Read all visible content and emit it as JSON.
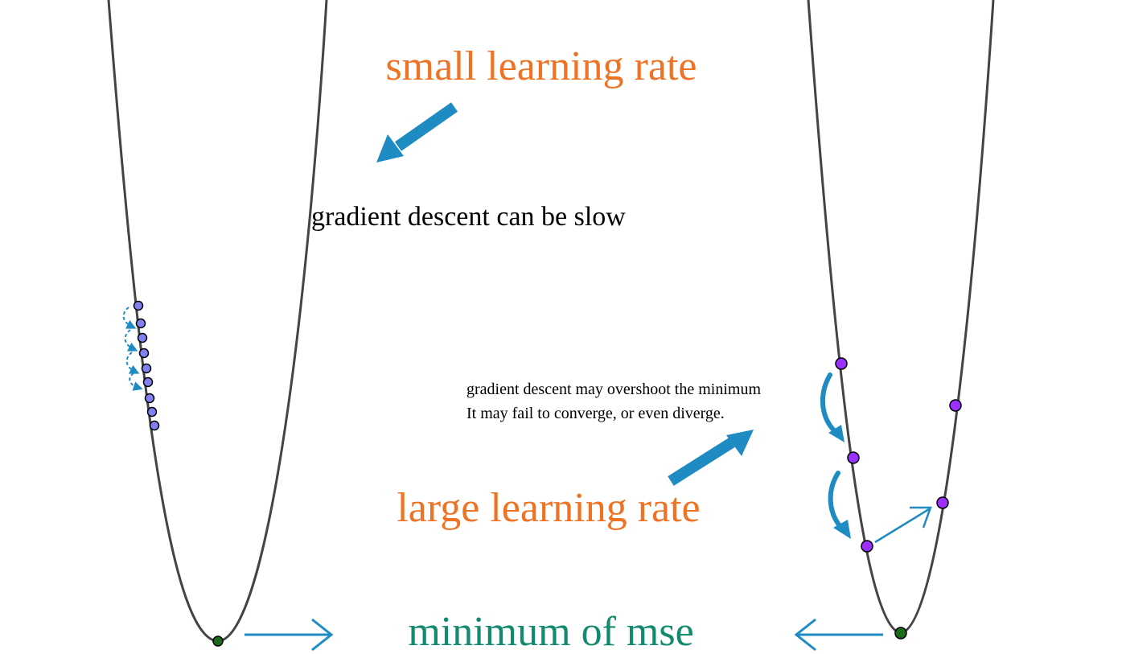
{
  "labels": {
    "small_lr": "small learning rate",
    "slow": "gradient descent can be slow",
    "overshoot_line1": "gradient descent may overshoot the minimum",
    "overshoot_line2": "It may fail to converge, or even diverge.",
    "large_lr": "large learning rate",
    "minimum": "minimum of mse"
  },
  "colors": {
    "heading": "#ee7325",
    "minimum_label": "#138a6e",
    "arrow": "#1e8bc3",
    "curve": "#444444",
    "small_points": "#8080ee",
    "large_points": "#9b30ff",
    "min_point": "#1a6b1a",
    "text": "#000000"
  },
  "icons": [
    "arrow-down-left-icon",
    "arrow-up-right-icon",
    "arrow-right-icon",
    "arrow-left-icon",
    "curved-arrow-icon"
  ]
}
